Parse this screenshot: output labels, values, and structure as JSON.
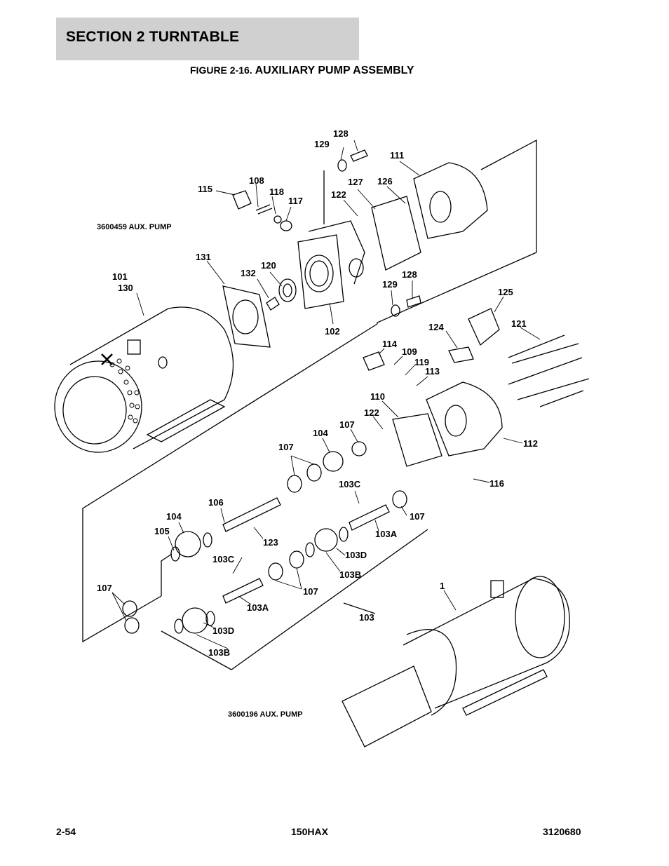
{
  "header": {
    "section": "SECTION 2   TURNTABLE"
  },
  "figure": {
    "prefix": "FIGURE 2-16.",
    "title": "AUXILIARY PUMP ASSEMBLY"
  },
  "assemblies": {
    "upper": "3600459 AUX. PUMP",
    "lower": "3600196 AUX. PUMP"
  },
  "callouts": {
    "c128a": "128",
    "c129a": "129",
    "c111": "111",
    "c108": "108",
    "c127": "127",
    "c126": "126",
    "c115": "115",
    "c118": "118",
    "c117": "117",
    "c122a": "122",
    "c131": "131",
    "c101": "101",
    "c130": "130",
    "c132": "132",
    "c120": "120",
    "c128b": "128",
    "c129b": "129",
    "c125": "125",
    "c102": "102",
    "c124": "124",
    "c121": "121",
    "c114": "114",
    "c109": "109",
    "c119": "119",
    "c113": "113",
    "c110": "110",
    "c122b": "122",
    "c104a": "104",
    "c107a": "107",
    "c107b": "107",
    "c112": "112",
    "c116": "116",
    "c103Ca": "103C",
    "c106": "106",
    "c104b": "104",
    "c107c": "107",
    "c105": "105",
    "c123": "123",
    "c103Aa": "103A",
    "c103D_a": "103D",
    "c103Cb": "103C",
    "c103Ba": "103B",
    "c107d": "107",
    "c107e": "107",
    "c1": "1",
    "c103Ab": "103A",
    "c103": "103",
    "c103Db": "103D",
    "c103Bb": "103B"
  },
  "footer": {
    "page": "2-54",
    "model": "150HAX",
    "doc": "3120680"
  }
}
